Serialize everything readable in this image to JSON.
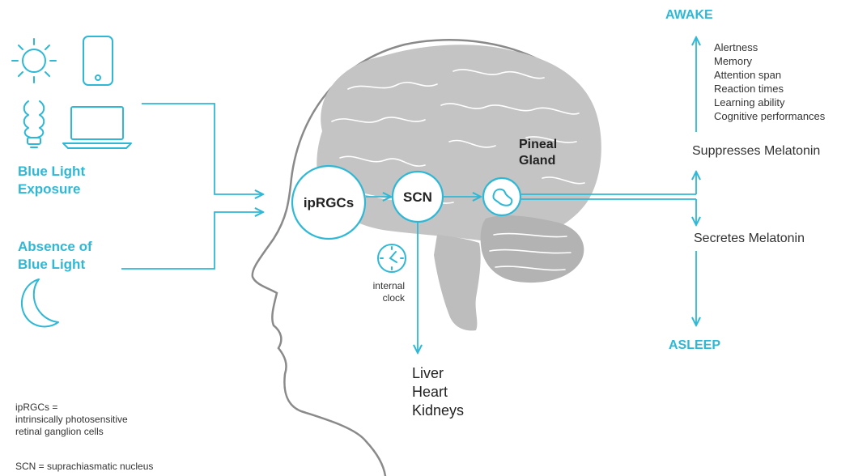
{
  "inputs": {
    "blue_light": [
      "Blue Light",
      "Exposure"
    ],
    "absence": [
      "Absence of",
      "Blue Light"
    ]
  },
  "nodes": {
    "iprgcs": "ipRGCs",
    "scn": "SCN",
    "pineal": [
      "Pineal",
      "Gland"
    ]
  },
  "clock_label": [
    "internal",
    "clock"
  ],
  "organs": [
    "Liver",
    "Heart",
    "Kidneys"
  ],
  "outputs": {
    "awake": "AWAKE",
    "asleep": "ASLEEP",
    "suppresses": "Suppresses Melatonin",
    "secretes": "Secretes Melatonin",
    "effects": [
      "Alertness",
      "Memory",
      "Attention span",
      "Reaction times",
      "Learning ability",
      "Cognitive performances"
    ]
  },
  "legend": {
    "iprgcs": [
      "ipRGCs =",
      "intrinsically photosensitive",
      "retinal ganglion cells"
    ],
    "scn": "SCN = suprachiasmatic nucleus"
  },
  "colors": {
    "accent": "#2fb8d6",
    "brain": "#c4c4c4",
    "head_outline": "#8a8a8a",
    "text": "#333333"
  },
  "icons": [
    "sun-icon",
    "smartphone-icon",
    "cfl-bulb-icon",
    "laptop-icon",
    "moon-icon",
    "clock-icon",
    "pineal-gland-icon"
  ]
}
